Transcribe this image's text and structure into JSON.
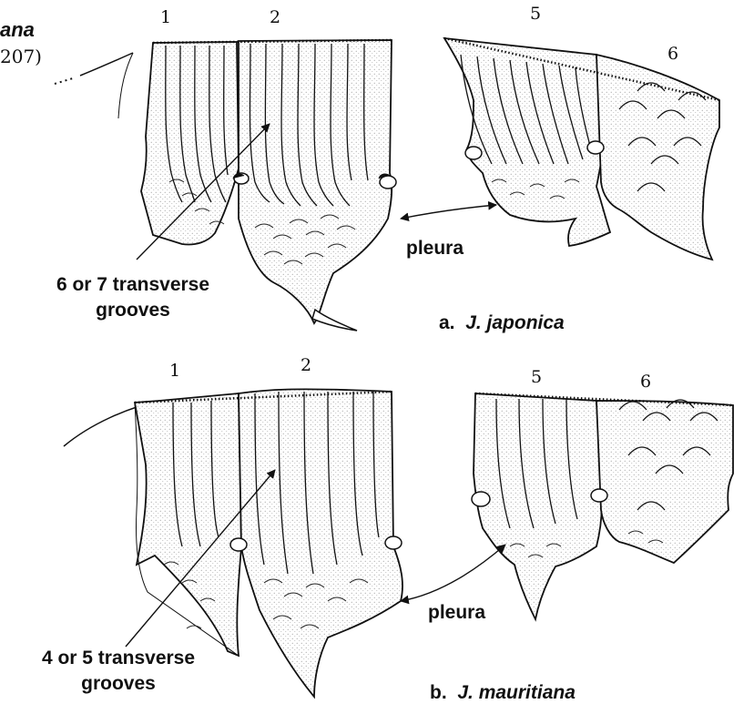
{
  "corner_title": {
    "name_fragment": "ana",
    "ref_fragment": "207)"
  },
  "panel_a": {
    "segment_labels": [
      "1",
      "2",
      "5",
      "6"
    ],
    "grooves_line1": "6 or 7 transverse",
    "grooves_line2": "grooves",
    "pleura": "pleura",
    "caption_letter": "a.",
    "caption_species": "J. japonica"
  },
  "panel_b": {
    "segment_labels": [
      "1",
      "2",
      "5",
      "6"
    ],
    "grooves_line1": "4 or 5 transverse",
    "grooves_line2": "grooves",
    "pleura": "pleura",
    "caption_letter": "b.",
    "caption_species": "J. mauritiana"
  }
}
